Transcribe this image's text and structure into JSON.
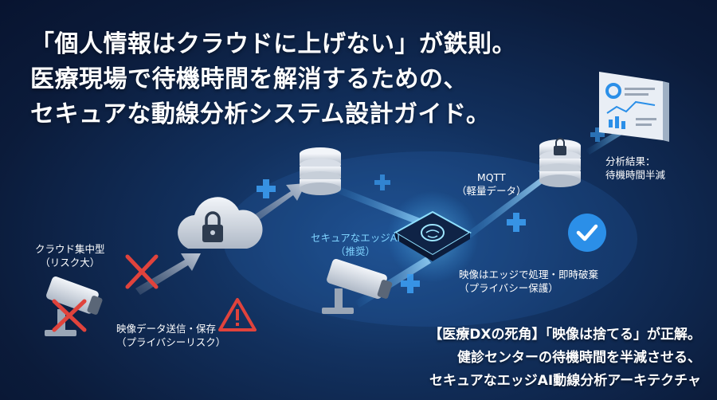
{
  "headline": {
    "line1": "「個人情報はクラウドに上げない」が鉄則。",
    "line2": "医療現場で待機時間を解消するための、",
    "line3": "セキュアな動線分析システム設計ガイド。"
  },
  "cloud_path": {
    "label_line1": "クラウド集中型",
    "label_line2": "（リスク大）",
    "risk_line1": "映像データ送信・保存",
    "risk_line2": "（プライバシーリスク）"
  },
  "edge_path": {
    "ai_label_line1": "セキュアなエッジAI",
    "ai_label_line2": "（推奨）",
    "mqtt_line1": "MQTT",
    "mqtt_line2": "（軽量データ）",
    "process_line1": "映像はエッジで処理・即時破棄",
    "process_line2": "（プライバシー保護）",
    "result_line1": "分析結果：",
    "result_line2": "待機時間半減"
  },
  "caption": {
    "line1": "【医療DXの死角】「映像は捨てる」が正解。",
    "line2": "健診センターの待機時間を半減させる、",
    "line3": "セキュアなエッジAI動線分析アーキテクチャ"
  },
  "colors": {
    "background": "#0b1b3a",
    "glow": "#3fb0ff",
    "danger": "#e0433c",
    "check": "#2b8fe8"
  }
}
